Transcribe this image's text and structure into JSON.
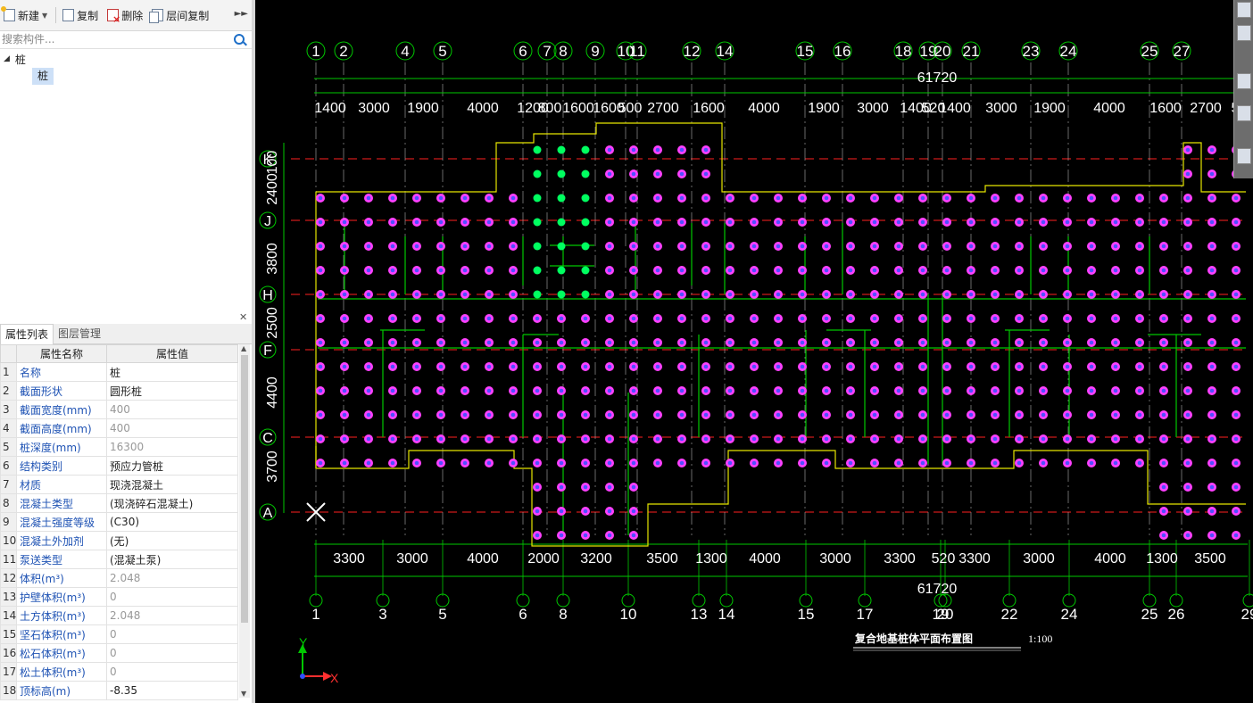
{
  "toolbar": {
    "new_label": "新建",
    "copy_label": "复制",
    "delete_label": "删除",
    "floor_copy_label": "层间复制"
  },
  "search": {
    "placeholder": "搜索构件..."
  },
  "tree": {
    "root_label": "桩",
    "child_label": "桩"
  },
  "panel_tabs": {
    "props": "属性列表",
    "layers": "图层管理"
  },
  "prop_table": {
    "col_name": "属性名称",
    "col_value": "属性值",
    "rows": [
      {
        "n": "1",
        "k": "名称",
        "v": "桩",
        "dim": false
      },
      {
        "n": "2",
        "k": "截面形状",
        "v": "圆形桩",
        "dim": false
      },
      {
        "n": "3",
        "k": "截面宽度(mm)",
        "v": "400",
        "dim": true
      },
      {
        "n": "4",
        "k": "截面高度(mm)",
        "v": "400",
        "dim": true
      },
      {
        "n": "5",
        "k": "桩深度(mm)",
        "v": "16300",
        "dim": true
      },
      {
        "n": "6",
        "k": "结构类别",
        "v": "预应力管桩",
        "dim": false
      },
      {
        "n": "7",
        "k": "材质",
        "v": "现浇混凝土",
        "dim": false
      },
      {
        "n": "8",
        "k": "混凝土类型",
        "v": "(现浇碎石混凝土)",
        "dim": false
      },
      {
        "n": "9",
        "k": "混凝土强度等级",
        "v": "(C30)",
        "dim": false
      },
      {
        "n": "10",
        "k": "混凝土外加剂",
        "v": "(无)",
        "dim": false
      },
      {
        "n": "11",
        "k": "泵送类型",
        "v": "(混凝土泵)",
        "dim": false
      },
      {
        "n": "12",
        "k": "体积(m³)",
        "v": "2.048",
        "dim": true
      },
      {
        "n": "13",
        "k": "护壁体积(m³)",
        "v": "0",
        "dim": true
      },
      {
        "n": "14",
        "k": "土方体积(m³)",
        "v": "2.048",
        "dim": true
      },
      {
        "n": "15",
        "k": "坚石体积(m³)",
        "v": "0",
        "dim": true
      },
      {
        "n": "16",
        "k": "松石体积(m³)",
        "v": "0",
        "dim": true
      },
      {
        "n": "17",
        "k": "松土体积(m³)",
        "v": "0",
        "dim": true
      },
      {
        "n": "18",
        "k": "顶标高(m)",
        "v": "-8.35",
        "dim": false
      }
    ]
  },
  "drawing": {
    "title": "复合地基桩体平面布置图",
    "scale": "1:100",
    "total_dim": "61720",
    "axis_y": "Y",
    "axis_x": "X",
    "top_axes": [
      {
        "label": "1"
      },
      {
        "label": "2"
      },
      {
        "label": "4"
      },
      {
        "label": "5"
      },
      {
        "label": "6"
      },
      {
        "label": "7"
      },
      {
        "label": "8"
      },
      {
        "label": "9"
      },
      {
        "label": "10"
      },
      {
        "label": "11"
      },
      {
        "label": "12"
      },
      {
        "label": "14"
      },
      {
        "label": "15"
      },
      {
        "label": "16"
      },
      {
        "label": "18"
      },
      {
        "label": "19"
      },
      {
        "label": "20"
      },
      {
        "label": "21"
      },
      {
        "label": "23"
      },
      {
        "label": "24"
      },
      {
        "label": "25"
      },
      {
        "label": "27"
      }
    ],
    "top_dims": [
      "1400",
      "3000",
      "1900",
      "4000",
      "1200",
      "800",
      "1600",
      "1600",
      "500",
      "2700",
      "1600",
      "4000",
      "1900",
      "3000",
      "1400",
      "520",
      "1400",
      "3000",
      "1900",
      "4000",
      "1600",
      "2700",
      "5"
    ],
    "bottom_axes": [
      {
        "label": "1"
      },
      {
        "label": "3"
      },
      {
        "label": "5"
      },
      {
        "label": "6"
      },
      {
        "label": "8"
      },
      {
        "label": "10"
      },
      {
        "label": "13"
      },
      {
        "label": "14"
      },
      {
        "label": "15"
      },
      {
        "label": "17"
      },
      {
        "label": "19"
      },
      {
        "label": "20"
      },
      {
        "label": "22"
      },
      {
        "label": "24"
      },
      {
        "label": "25"
      },
      {
        "label": "26"
      },
      {
        "label": "29"
      }
    ],
    "bottom_dims": [
      "3300",
      "3000",
      "4000",
      "2000",
      "3200",
      "3500",
      "1300",
      "4000",
      "3000",
      "3300",
      "520",
      "3300",
      "3000",
      "4000",
      "1300",
      "3500"
    ],
    "row_labels": [
      "K",
      "J",
      "H",
      "F",
      "C",
      "A"
    ],
    "row_dims": [
      "2400",
      "3800",
      "2500",
      "4400",
      "3700"
    ],
    "top_left_dim": "100"
  },
  "colors": {
    "cad_bg": "#000000",
    "axis_green": "#00c800",
    "wall_yellow": "#e6e600",
    "pile_magenta": "#ff40ff",
    "pile_blue": "#5050ff",
    "pile_selected": "#00ff60",
    "grid_red": "#ff2020"
  }
}
